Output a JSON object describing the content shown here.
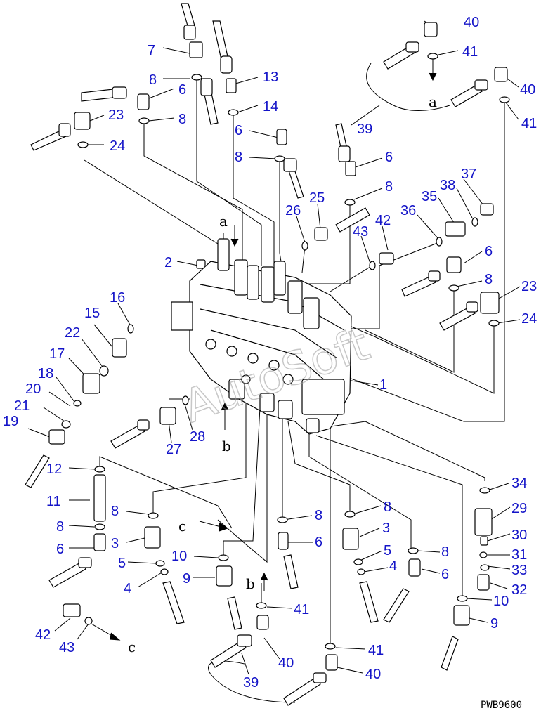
{
  "callouts": [
    {
      "id": "c40a",
      "n": "40"
    },
    {
      "id": "c7",
      "n": "7"
    },
    {
      "id": "c41a",
      "n": "41"
    },
    {
      "id": "c8a",
      "n": "8"
    },
    {
      "id": "c13",
      "n": "13"
    },
    {
      "id": "c6a",
      "n": "6"
    },
    {
      "id": "c40b",
      "n": "40"
    },
    {
      "id": "c14",
      "n": "14"
    },
    {
      "id": "c23a",
      "n": "23"
    },
    {
      "id": "c8b",
      "n": "8"
    },
    {
      "id": "c6b",
      "n": "6"
    },
    {
      "id": "c41b",
      "n": "41"
    },
    {
      "id": "c39a",
      "n": "39"
    },
    {
      "id": "c24a",
      "n": "24"
    },
    {
      "id": "c8c",
      "n": "8"
    },
    {
      "id": "c6c",
      "n": "6"
    },
    {
      "id": "c37",
      "n": "37"
    },
    {
      "id": "c38",
      "n": "38"
    },
    {
      "id": "c8d",
      "n": "8"
    },
    {
      "id": "c25",
      "n": "25"
    },
    {
      "id": "c26",
      "n": "26"
    },
    {
      "id": "c36",
      "n": "36"
    },
    {
      "id": "c35",
      "n": "35"
    },
    {
      "id": "c42a",
      "n": "42"
    },
    {
      "id": "c43a",
      "n": "43"
    },
    {
      "id": "c2",
      "n": "2"
    },
    {
      "id": "c6d",
      "n": "6"
    },
    {
      "id": "c16",
      "n": "16"
    },
    {
      "id": "c8e",
      "n": "8"
    },
    {
      "id": "c23b",
      "n": "23"
    },
    {
      "id": "c15",
      "n": "15"
    },
    {
      "id": "c24b",
      "n": "24"
    },
    {
      "id": "c22",
      "n": "22"
    },
    {
      "id": "c17",
      "n": "17"
    },
    {
      "id": "c1",
      "n": "1"
    },
    {
      "id": "c18",
      "n": "18"
    },
    {
      "id": "c20",
      "n": "20"
    },
    {
      "id": "c21",
      "n": "21"
    },
    {
      "id": "c19",
      "n": "19"
    },
    {
      "id": "c28",
      "n": "28"
    },
    {
      "id": "c27",
      "n": "27"
    },
    {
      "id": "c12",
      "n": "12"
    },
    {
      "id": "c34",
      "n": "34"
    },
    {
      "id": "c11",
      "n": "11"
    },
    {
      "id": "c8f",
      "n": "8"
    },
    {
      "id": "c29",
      "n": "29"
    },
    {
      "id": "c8g",
      "n": "8"
    },
    {
      "id": "c8h",
      "n": "8"
    },
    {
      "id": "c8i",
      "n": "8"
    },
    {
      "id": "c3a",
      "n": "3"
    },
    {
      "id": "c3b",
      "n": "3"
    },
    {
      "id": "c30",
      "n": "30"
    },
    {
      "id": "c6e",
      "n": "6"
    },
    {
      "id": "c6f",
      "n": "6"
    },
    {
      "id": "c31",
      "n": "31"
    },
    {
      "id": "c5a",
      "n": "5"
    },
    {
      "id": "c5b",
      "n": "5"
    },
    {
      "id": "c8j",
      "n": "8"
    },
    {
      "id": "c10a",
      "n": "10"
    },
    {
      "id": "c33",
      "n": "33"
    },
    {
      "id": "c4a",
      "n": "4"
    },
    {
      "id": "c9a",
      "n": "9"
    },
    {
      "id": "c4b",
      "n": "4"
    },
    {
      "id": "c6g",
      "n": "6"
    },
    {
      "id": "c32",
      "n": "32"
    },
    {
      "id": "c10b",
      "n": "10"
    },
    {
      "id": "c41c",
      "n": "41"
    },
    {
      "id": "c9b",
      "n": "9"
    },
    {
      "id": "c42b",
      "n": "42"
    },
    {
      "id": "c43b",
      "n": "43"
    },
    {
      "id": "c41d",
      "n": "41"
    },
    {
      "id": "c40c",
      "n": "40"
    },
    {
      "id": "c39b",
      "n": "39"
    },
    {
      "id": "c40d",
      "n": "40"
    }
  ],
  "letters": [
    {
      "id": "la1",
      "t": "a"
    },
    {
      "id": "la2",
      "t": "a"
    },
    {
      "id": "lb1",
      "t": "b"
    },
    {
      "id": "lb2",
      "t": "b"
    },
    {
      "id": "lc1",
      "t": "c"
    },
    {
      "id": "lc2",
      "t": "c"
    }
  ],
  "drawing_code": "PWB9600",
  "watermark": "AutoSoft"
}
